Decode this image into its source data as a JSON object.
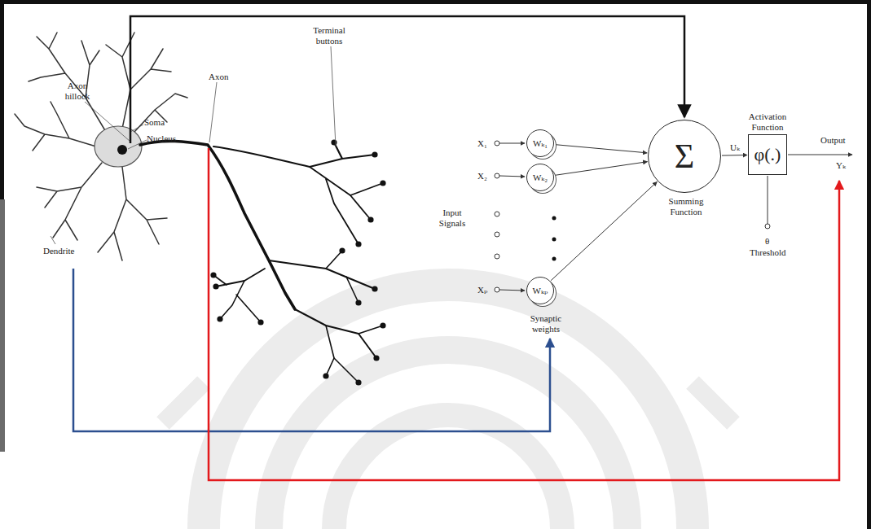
{
  "diagram": {
    "nodes": [
      {
        "text": [
          "Wₖ₁"
        ]
      },
      {
        "text": [
          "Wₖ₂"
        ]
      },
      {
        "text": [
          "Wₖₚ"
        ]
      },
      {
        "text": [
          "Σ"
        ]
      },
      {
        "text": [
          "φ(.)"
        ]
      }
    ],
    "edges": [
      {
        "from": 0,
        "to": 3,
        "arrow": "to"
      },
      {
        "from": 1,
        "to": 3,
        "arrow": "to"
      },
      {
        "from": 2,
        "to": 3,
        "arrow": "to"
      },
      {
        "from": 3,
        "to": 4,
        "arrow": "to",
        "label": "Uₖ"
      }
    ],
    "labels": [
      "Axon hillock",
      "Soma",
      "Nucleus",
      "Axon",
      "Terminal buttons",
      "Dendrite",
      "X₁",
      "X₂",
      "Xₚ",
      "Input Signals",
      "Synaptic weights",
      "Summing Function",
      "Activation Function",
      "θ",
      "Threshold",
      "Output",
      "Yₖ"
    ]
  }
}
